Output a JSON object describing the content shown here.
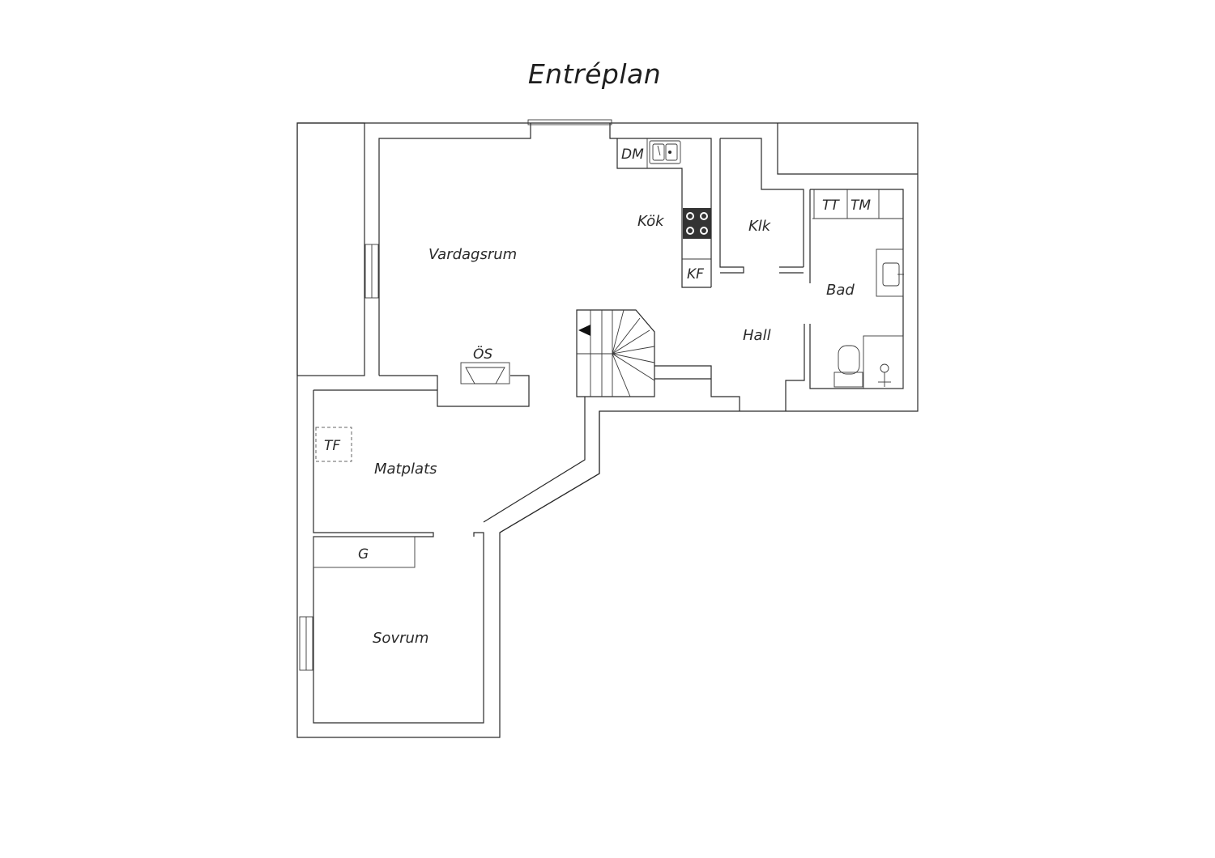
{
  "title": "Entréplan",
  "rooms": {
    "vardagsrum": "Vardagsrum",
    "kok": "Kök",
    "klk": "Klk",
    "bad": "Bad",
    "hall": "Hall",
    "matplats": "Matplats",
    "sovrum": "Sovrum"
  },
  "fixtures": {
    "dm": "DM",
    "kf": "KF",
    "tt": "TT",
    "tm": "TM",
    "os": "ÖS",
    "tf": "TF",
    "g": "G"
  },
  "colors": {
    "wall": "#2a2a2a",
    "background": "#ffffff",
    "stove": "#333333"
  }
}
